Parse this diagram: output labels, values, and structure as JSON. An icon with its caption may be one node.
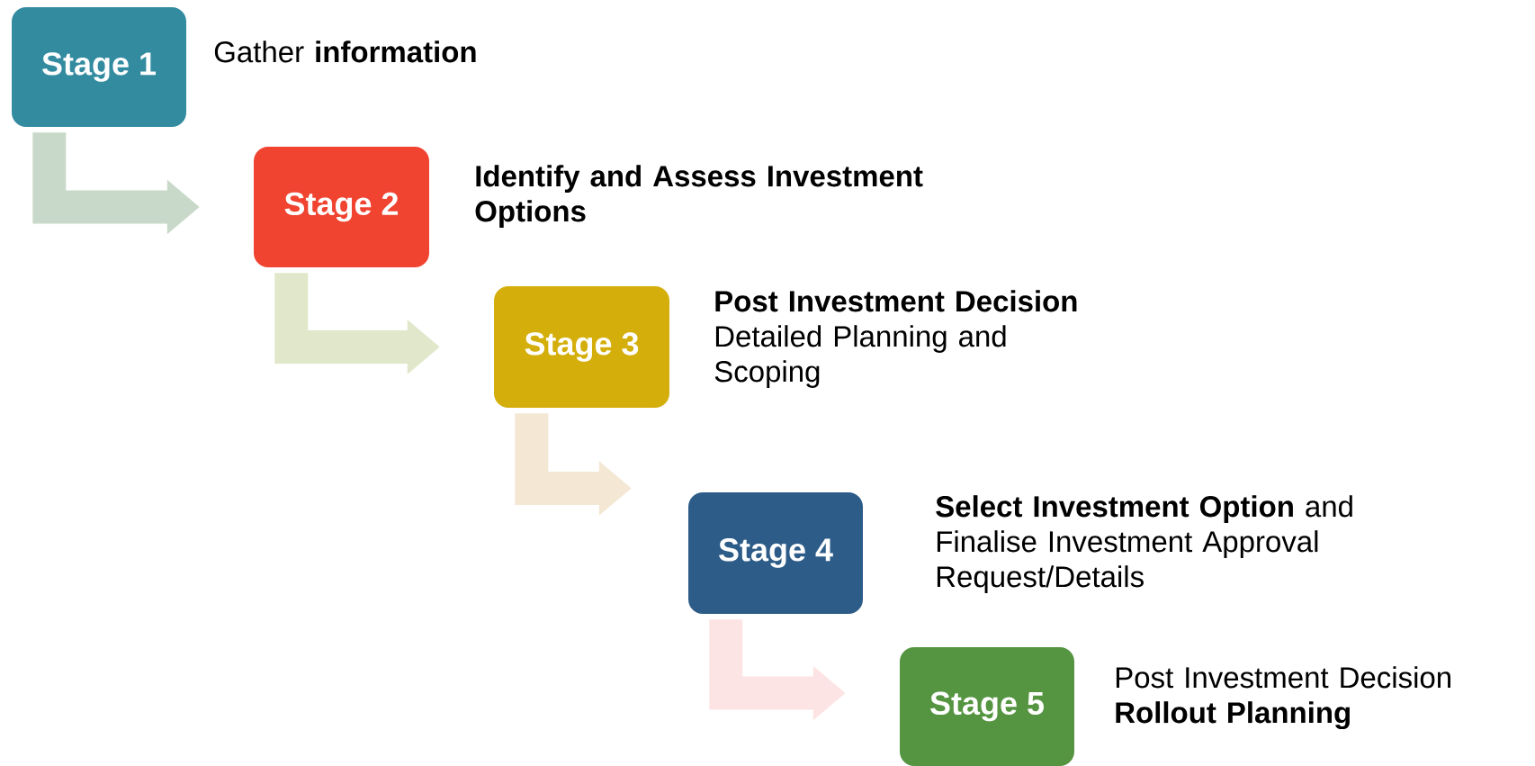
{
  "diagram": {
    "nodes": [
      {
        "text": [
          "Stage 1"
        ],
        "beside": [
          "Gather **information**"
        ]
      },
      {
        "text": [
          "Stage 2"
        ],
        "beside": [
          "Identify and Assess Investment Options"
        ]
      },
      {
        "text": [
          "Stage 3"
        ],
        "beside": [
          "**Post Investment Decision** Detailed Planning and Scoping"
        ]
      },
      {
        "text": [
          "Stage 4"
        ],
        "beside": [
          "**Select Investment Option** and Finalise Investment Approval Request/Details"
        ]
      },
      {
        "text": [
          "Stage 5"
        ],
        "beside": [
          "Post Investment Decision **Rollout Planning**"
        ]
      }
    ],
    "edges": [
      {
        "from": 0,
        "to": 1,
        "arrow": "to",
        "color": "#c9d9c9"
      },
      {
        "from": 1,
        "to": 2,
        "arrow": "to",
        "color": "#e0e7ca"
      },
      {
        "from": 2,
        "to": 3,
        "arrow": "to",
        "color": "#f4e7d4"
      },
      {
        "from": 3,
        "to": 4,
        "arrow": "to",
        "color": "#fde4e4"
      }
    ]
  }
}
